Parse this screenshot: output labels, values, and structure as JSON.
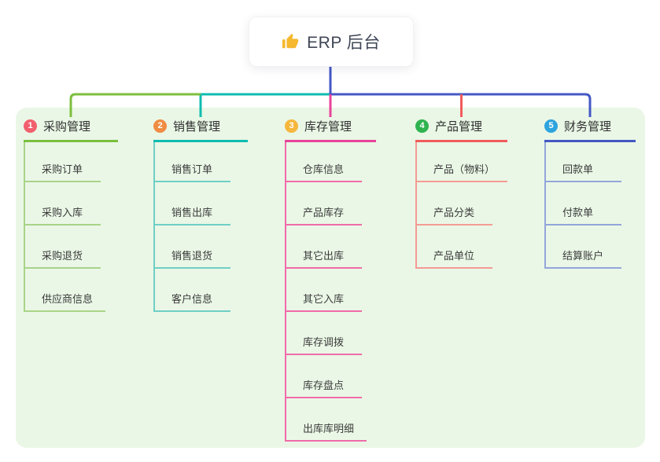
{
  "root": {
    "label": "ERP 后台",
    "icon": "thumbs-up-icon",
    "icon_color": "#f5b82e",
    "stem_color": "#4456c7"
  },
  "panel": {
    "background": "#eaf7e6"
  },
  "branches": [
    {
      "number": "1",
      "label": "采购管理",
      "badge_color": "#f25f6d",
      "line_color": "#7cbf3e",
      "child_line_color": "#a9d488",
      "children": [
        "采购订单",
        "采购入库",
        "采购退货",
        "供应商信息"
      ]
    },
    {
      "number": "2",
      "label": "销售管理",
      "badge_color": "#f08c43",
      "line_color": "#0fbcb0",
      "child_line_color": "#6fcfc6",
      "children": [
        "销售订单",
        "销售出库",
        "销售退货",
        "客户信息"
      ]
    },
    {
      "number": "3",
      "label": "库存管理",
      "badge_color": "#f6b73c",
      "line_color": "#e8439a",
      "child_line_color": "#f06ba9",
      "children": [
        "仓库信息",
        "产品库存",
        "其它出库",
        "其它入库",
        "库存调拨",
        "库存盘点",
        "出库库明细"
      ]
    },
    {
      "number": "4",
      "label": "产品管理",
      "badge_color": "#2fb34f",
      "line_color": "#f15c5c",
      "child_line_color": "#f59b94",
      "children": [
        "产品（物料）",
        "产品分类",
        "产品单位"
      ]
    },
    {
      "number": "5",
      "label": "财务管理",
      "badge_color": "#2da4dd",
      "line_color": "#4458c5",
      "child_line_color": "#93a5db",
      "children": [
        "回款单",
        "付款单",
        "结算账户"
      ]
    }
  ]
}
